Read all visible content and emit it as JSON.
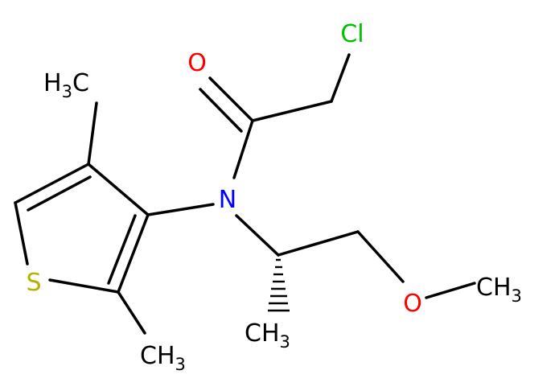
{
  "molecule": {
    "atoms": {
      "cl": {
        "text": "Cl",
        "color": "#00c000"
      },
      "o_carbonyl": {
        "text": "O",
        "color": "#ff0000"
      },
      "n": {
        "text": "N",
        "color": "#0000ff"
      },
      "s": {
        "text": "S",
        "color": "#b2b200"
      },
      "o_ether": {
        "text": "O",
        "color": "#ff0000"
      },
      "me_top": {
        "main": "H",
        "sub": "3",
        "tail": "C",
        "color": "#000000"
      },
      "me_bottom": {
        "main": "CH",
        "sub": "3",
        "color": "#000000"
      },
      "me_chiral": {
        "main": "CH",
        "sub": "3",
        "color": "#000000"
      },
      "me_ether": {
        "main": "CH",
        "sub": "3",
        "color": "#000000"
      }
    },
    "bond_color": "#000000"
  }
}
